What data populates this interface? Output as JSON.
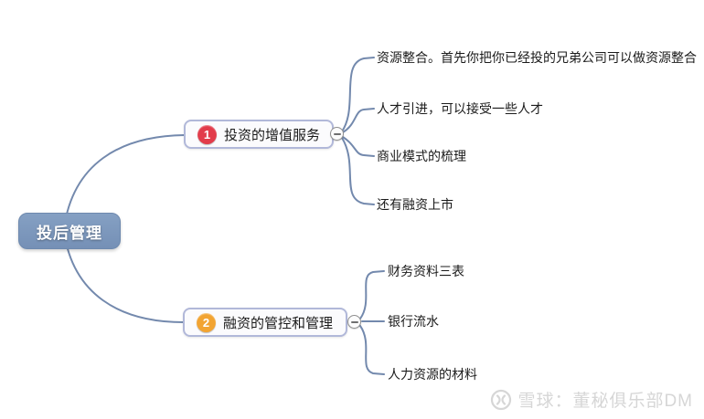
{
  "root": {
    "label": "投后管理"
  },
  "branches": [
    {
      "badge": "1",
      "badge_color": "#e23c4b",
      "label": "投资的增值服务",
      "leaves": [
        {
          "text": "资源整合。首先你把你已经投的兄弟公司可以做资源整合"
        },
        {
          "text": "人才引进，可以接受一些人才"
        },
        {
          "text": "商业模式的梳理"
        },
        {
          "text": "还有融资上市"
        }
      ]
    },
    {
      "badge": "2",
      "badge_color": "#f2a432",
      "label": "融资的管控和管理",
      "leaves": [
        {
          "text": "财务资料三表"
        },
        {
          "text": "银行流水"
        },
        {
          "text": "人力资源的材料"
        }
      ]
    }
  ],
  "watermark": {
    "logo": "xueqiu-logo",
    "text": "雪球：董秘俱乐部DM"
  },
  "colors": {
    "root_fill": "#7b95ba",
    "branch_border": "#b1b8d9",
    "connector": "#7389ad",
    "watermark_text": "#d6d6d6"
  }
}
